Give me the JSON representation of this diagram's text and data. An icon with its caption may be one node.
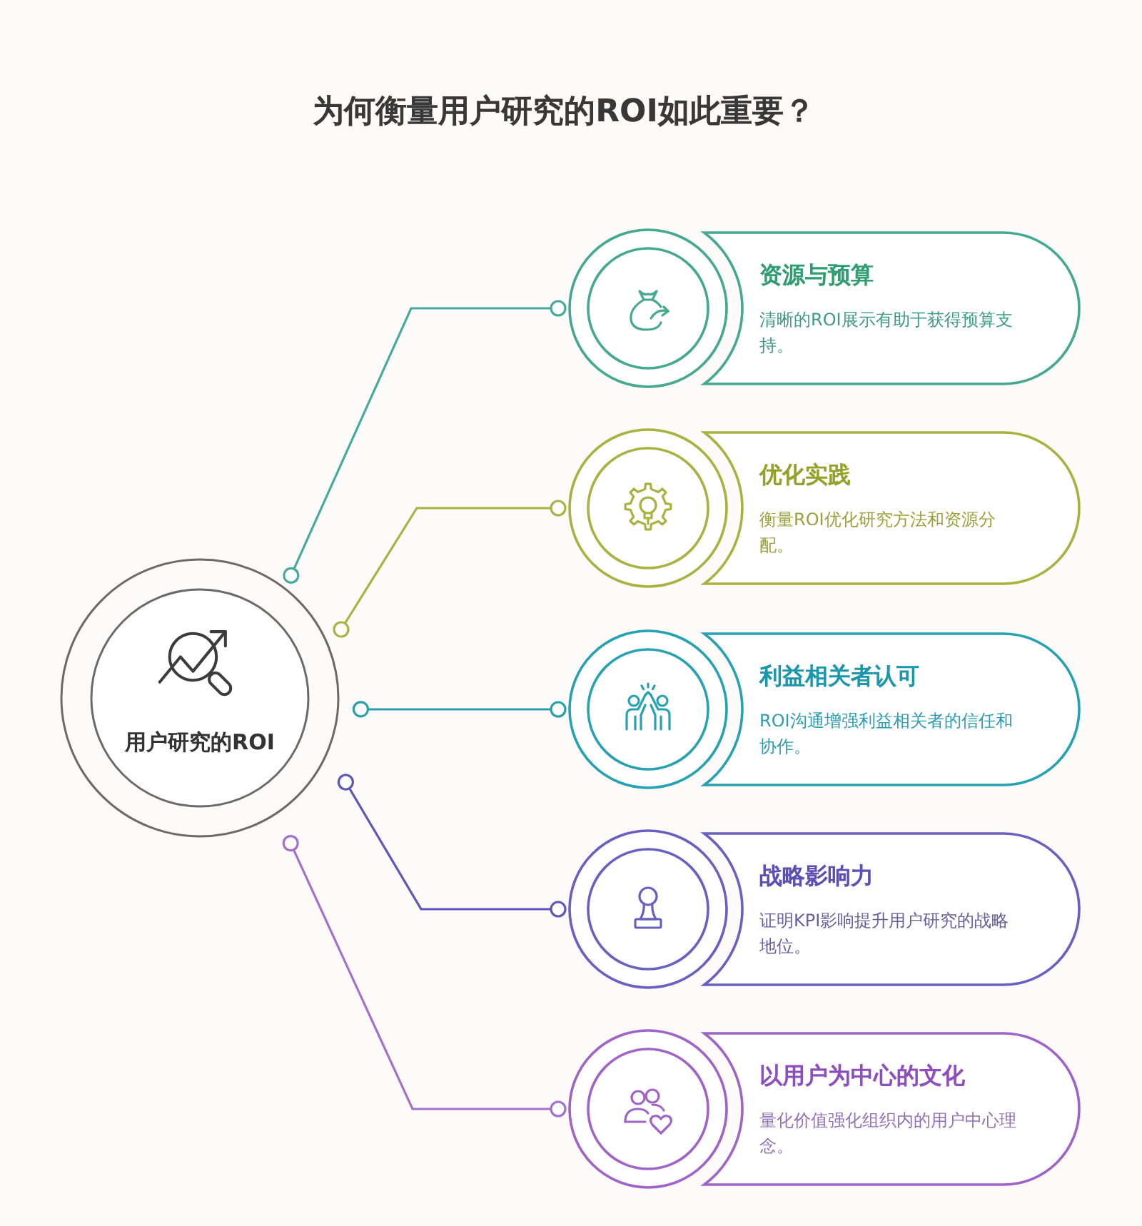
{
  "diagram": {
    "title": "为何衡量用户研究的ROI如此重要？",
    "nodes": [
      {
        "text": [
          "用户研究的ROI"
        ]
      },
      {
        "text": [
          "资源与预算",
          "清晰的ROI展示有助于获得预算支持。"
        ]
      },
      {
        "text": [
          "优化实践",
          "衡量ROI优化研究方法和资源分配。"
        ]
      },
      {
        "text": [
          "利益相关者认可",
          "ROI沟通增强利益相关者的信任和协作。"
        ]
      },
      {
        "text": [
          "战略影响力",
          "证明KPI影响提升用户研究的战略地位。"
        ]
      },
      {
        "text": [
          "以用户为中心的文化",
          "量化价值强化组织内的用户中心理念。"
        ]
      }
    ],
    "edges": [
      {
        "from": 0,
        "to": 1,
        "arrow": "other",
        "color": "#47aa9d"
      },
      {
        "from": 0,
        "to": 2,
        "arrow": "other",
        "color": "#aab240"
      },
      {
        "from": 0,
        "to": 3,
        "arrow": "other",
        "color": "#2a9fab"
      },
      {
        "from": 0,
        "to": 4,
        "arrow": "other",
        "color": "#5e56b8"
      },
      {
        "from": 0,
        "to": 5,
        "arrow": "other",
        "color": "#a470d0"
      }
    ]
  }
}
